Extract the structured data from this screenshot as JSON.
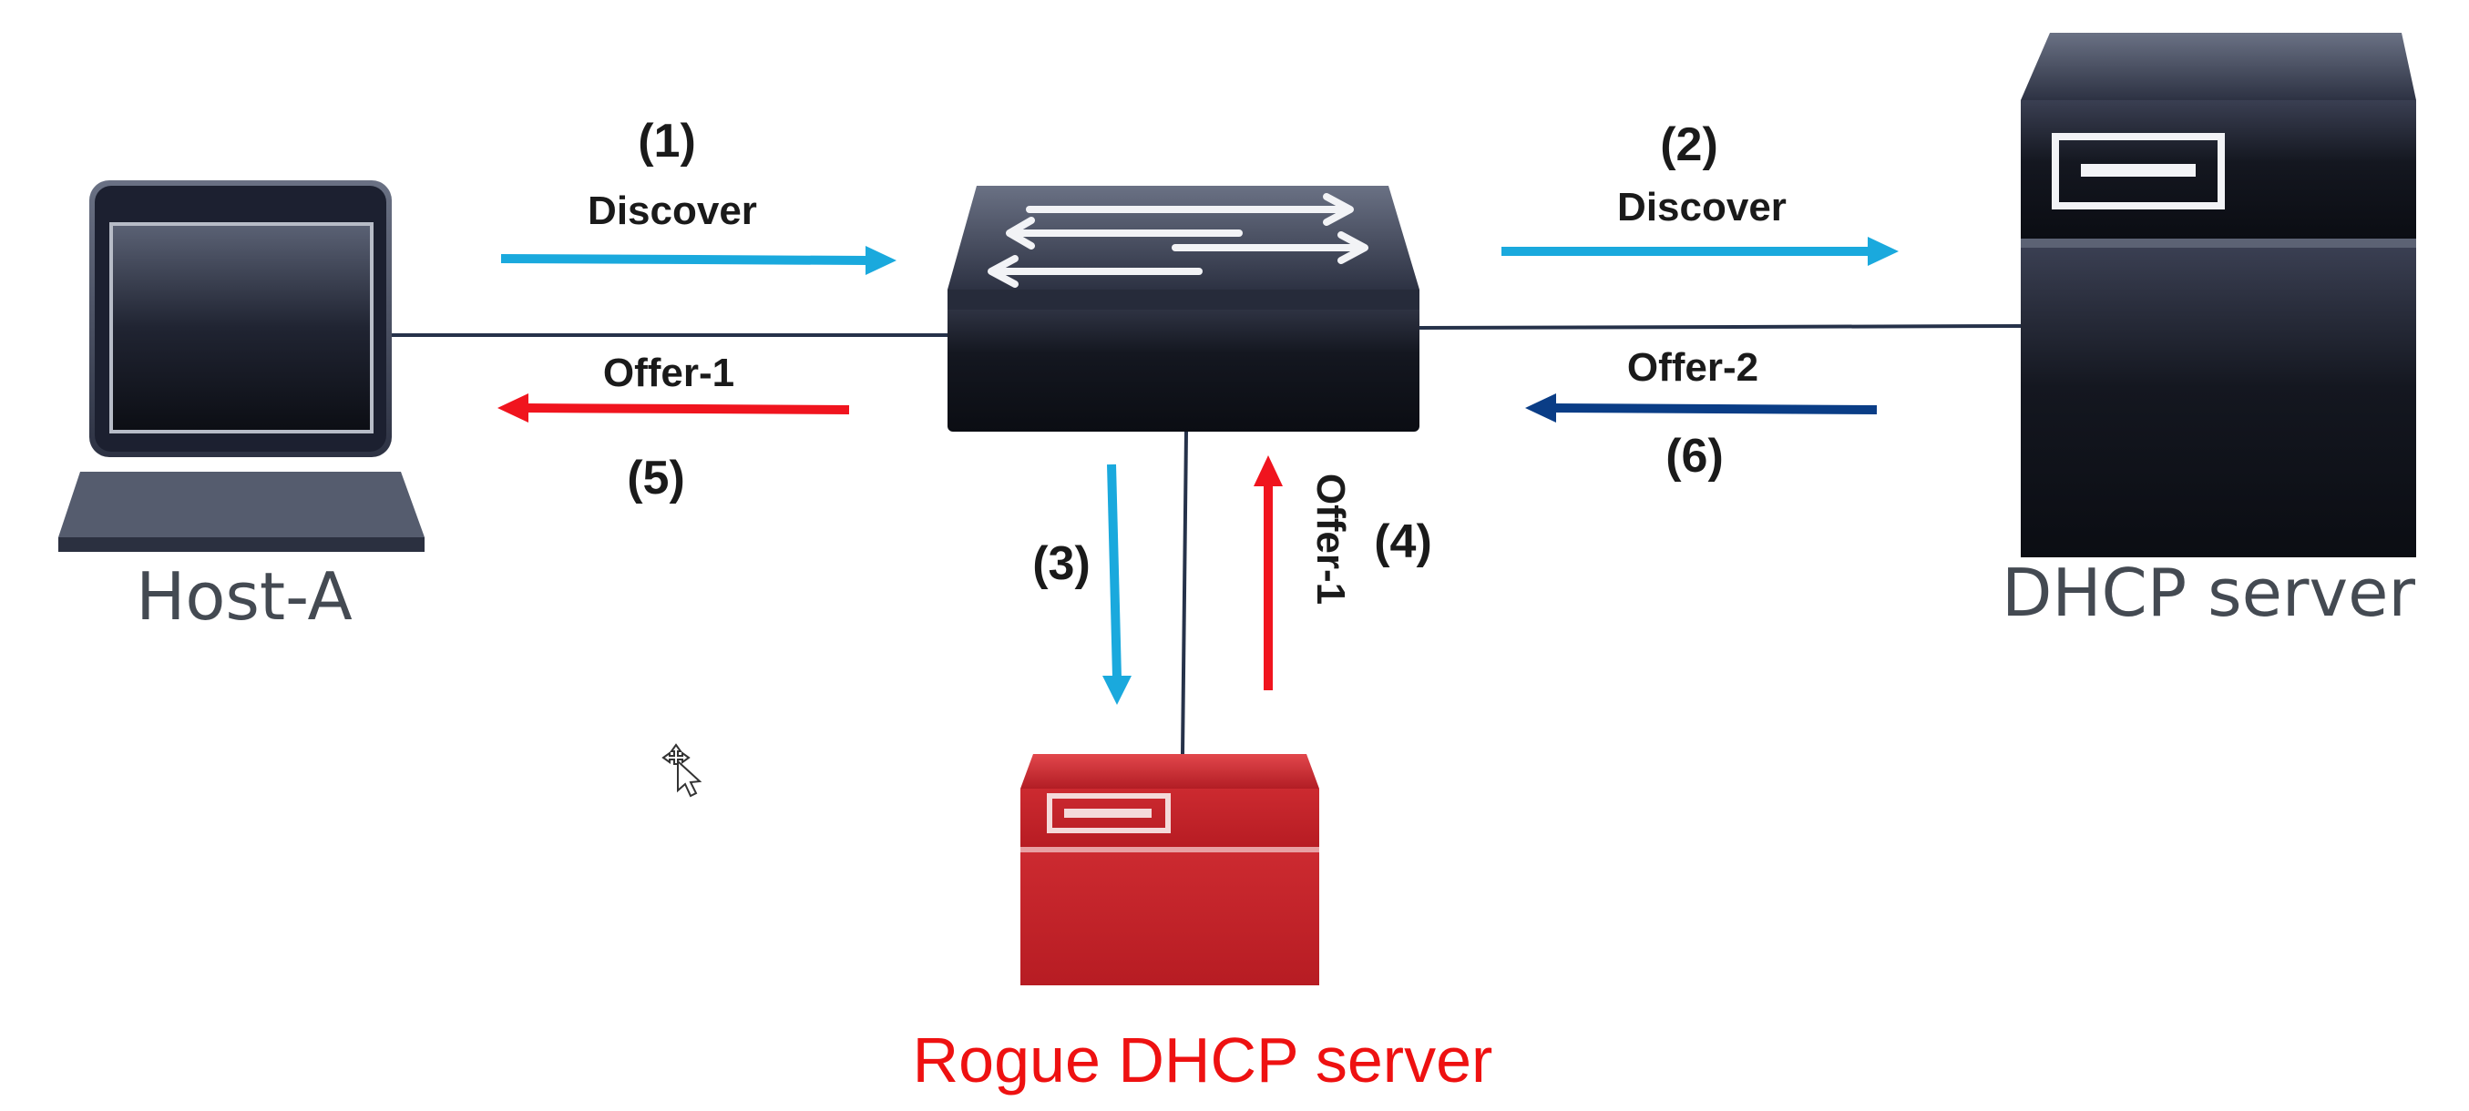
{
  "devices": {
    "host": "Host-A",
    "dhcp": "DHCP server",
    "rogue": "Rogue DHCP server"
  },
  "steps": {
    "s1": {
      "num": "(1)",
      "label": "Discover"
    },
    "s2": {
      "num": "(2)",
      "label": "Discover"
    },
    "s3": {
      "num": "(3)"
    },
    "s4": {
      "num": "(4)",
      "label": "Offer-1"
    },
    "s5": {
      "num": "(5)",
      "label": "Offer-1"
    },
    "s6": {
      "num": "(6)",
      "label": "Offer-2"
    }
  },
  "colors": {
    "discover": "#1aa9dd",
    "rogue_offer": "#f0141e",
    "legit_offer": "#0a3d86",
    "rogue_text": "#ee1111",
    "device_dark": "#1e2230",
    "rogue_device": "#c42026"
  },
  "icons": [
    "laptop-icon",
    "switch-icon",
    "server-icon",
    "rogue-server-icon",
    "move-cursor-icon"
  ]
}
